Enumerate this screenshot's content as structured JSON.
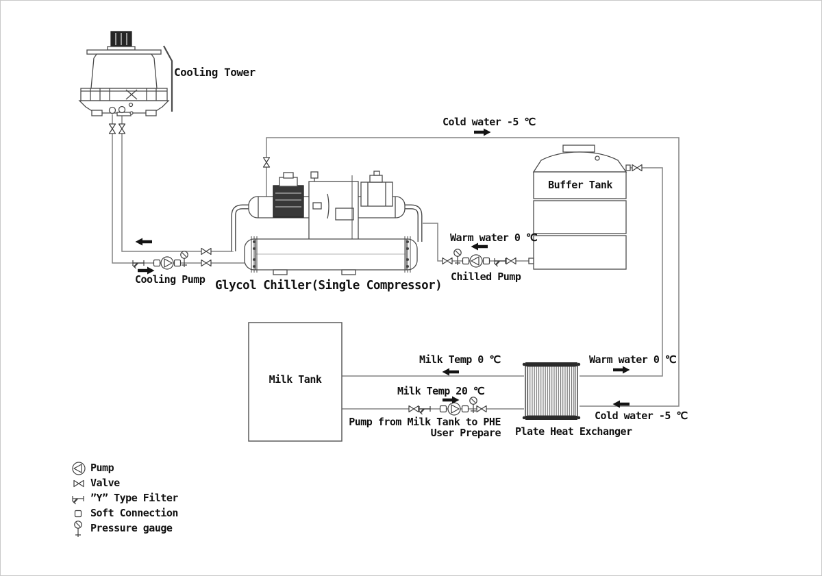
{
  "equipment": {
    "cooling_tower": {
      "label": "Cooling Tower"
    },
    "glycol_chiller": {
      "label": "Glycol Chiller(Single Compressor)"
    },
    "buffer_tank": {
      "label": "Buffer Tank"
    },
    "milk_tank": {
      "label": "Milk Tank"
    },
    "plate_heat_exchanger": {
      "label": "Plate Heat Exchanger"
    },
    "cooling_pump": {
      "label": "Cooling Pump"
    },
    "chilled_pump": {
      "label": "Chilled Pump"
    },
    "milk_pump": {
      "label": "Pump from Milk Tank to PHE",
      "note": "User Prepare"
    }
  },
  "flow": {
    "cold_water_supply": "Cold water -5 ℃",
    "warm_water_return": "Warm water 0 ℃",
    "warm_water_phe": "Warm water 0 ℃",
    "cold_water_phe": "Cold water -5 ℃",
    "milk_cold": "Milk Temp 0 ℃",
    "milk_warm": "Milk Temp 20 ℃"
  },
  "legend": {
    "items": [
      {
        "icon": "pump-icon",
        "label": "Pump"
      },
      {
        "icon": "valve-icon",
        "label": "Valve"
      },
      {
        "icon": "y-type-filter-icon",
        "label": "”Y” Type Filter"
      },
      {
        "icon": "soft-connection-icon",
        "label": "Soft Connection"
      },
      {
        "icon": "pressure-gauge-icon",
        "label": "Pressure gauge"
      }
    ]
  },
  "colors": {
    "pipe": "#828282",
    "equipment": "#4a4a4a",
    "text": "#111111",
    "arrow": "#141414",
    "background": "#ffffff",
    "border": "#c8c8c8"
  }
}
